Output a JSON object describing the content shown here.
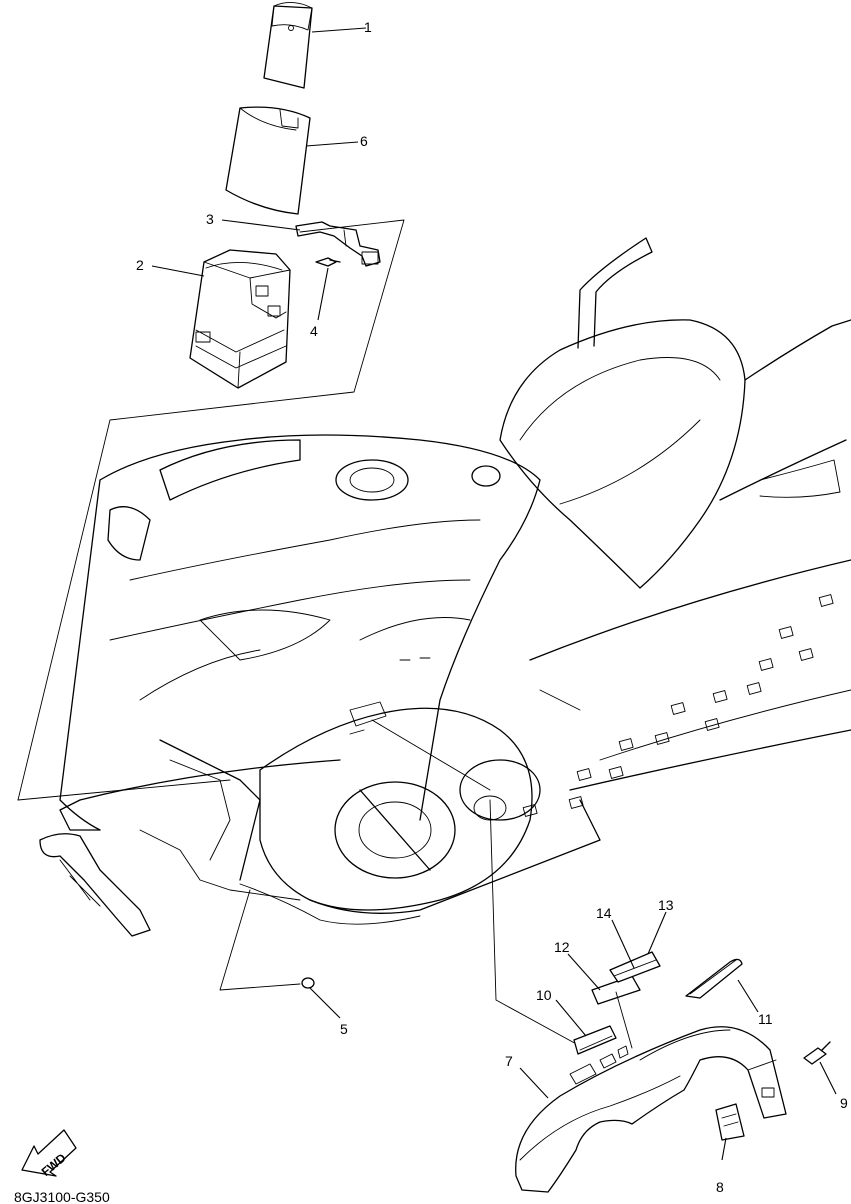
{
  "diagram": {
    "code": "8GJ3100-G350",
    "fwd_label": "FWD",
    "callouts": [
      "1",
      "2",
      "3",
      "4",
      "5",
      "6",
      "7",
      "8",
      "9",
      "10",
      "11",
      "12",
      "13",
      "14"
    ]
  }
}
